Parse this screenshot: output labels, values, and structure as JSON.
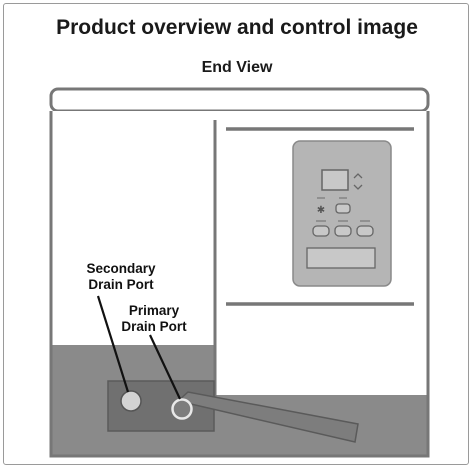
{
  "title": "Product overview and control image",
  "subtitle": "End View",
  "callouts": {
    "secondary_line1": "Secondary",
    "secondary_line2": "Drain Port",
    "primary_line1": "Primary",
    "primary_line2": "Drain Port"
  },
  "colors": {
    "outline": "#777777",
    "base": "#8a8a8a",
    "panel": "#b5b5b5",
    "port_plate": "#707070",
    "port": "#d3d3d3",
    "hose": "#7d7d7d"
  }
}
